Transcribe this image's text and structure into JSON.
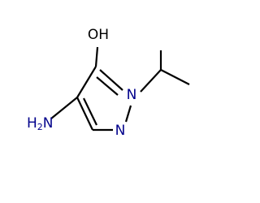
{
  "molecule": {
    "atoms": [
      {
        "id": "hydroxyl",
        "text": "OH",
        "color": "#000000"
      },
      {
        "id": "amino",
        "text": "H",
        "subscript": "2",
        "suffix": "N",
        "color": "#00008B"
      },
      {
        "id": "n1",
        "text": "N",
        "color": "#00008B"
      },
      {
        "id": "n2",
        "text": "N",
        "color": "#00008B"
      }
    ],
    "bond_color": "#000000",
    "background": "#ffffff"
  }
}
